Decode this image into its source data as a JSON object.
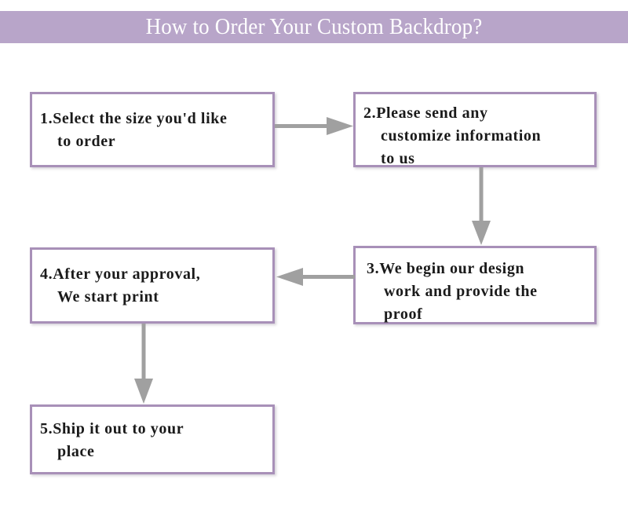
{
  "header": {
    "title": "How to Order Your Custom Backdrop?",
    "band_color": "#b8a5c9",
    "title_color": "#ffffff"
  },
  "theme": {
    "box_border_color": "#a890b8",
    "box_fill_color": "#ffffff",
    "arrow_color": "#a0a0a0",
    "text_color": "#1a1a1a",
    "page_background": "#ffffff"
  },
  "flow": {
    "steps": [
      {
        "number": "1.",
        "text": "1.Select the size you'd like\nto order",
        "name": "select-size"
      },
      {
        "number": "2.",
        "text": "2.Please send any\ncustomize information\nto us",
        "name": "send-customize-information"
      },
      {
        "number": "3.",
        "text": "3.We begin our design\nwork and provide the\nproof",
        "name": "design-and-proof"
      },
      {
        "number": "4.",
        "text": "4.After your approval,\nWe start print",
        "name": "start-print"
      },
      {
        "number": "5.",
        "text": "5.Ship it out to your\nplace",
        "name": "ship-out"
      }
    ],
    "connectors": [
      {
        "name": "arrow-step1-to-step2",
        "direction": "right"
      },
      {
        "name": "arrow-step2-to-step3",
        "direction": "down"
      },
      {
        "name": "arrow-step3-to-step4",
        "direction": "left"
      },
      {
        "name": "arrow-step4-to-step5",
        "direction": "down"
      }
    ]
  }
}
